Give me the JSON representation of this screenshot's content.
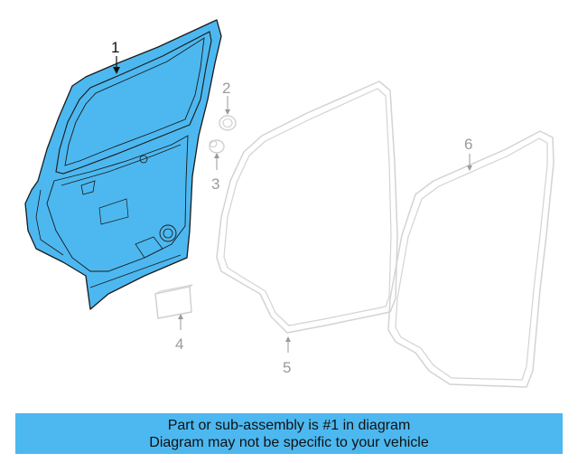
{
  "diagram": {
    "callouts": [
      {
        "id": "1",
        "label": "1"
      },
      {
        "id": "2",
        "label": "2"
      },
      {
        "id": "3",
        "label": "3"
      },
      {
        "id": "4",
        "label": "4"
      },
      {
        "id": "5",
        "label": "5"
      },
      {
        "id": "6",
        "label": "6"
      }
    ],
    "highlight_color": "#4db8f0",
    "line_color": "#1a1a1a",
    "dim_color": "#cfcfcf"
  },
  "banner": {
    "line1": "Part or sub-assembly is #1 in diagram",
    "line2": "Diagram may not be specific to your vehicle",
    "background": "#4db8f0"
  }
}
